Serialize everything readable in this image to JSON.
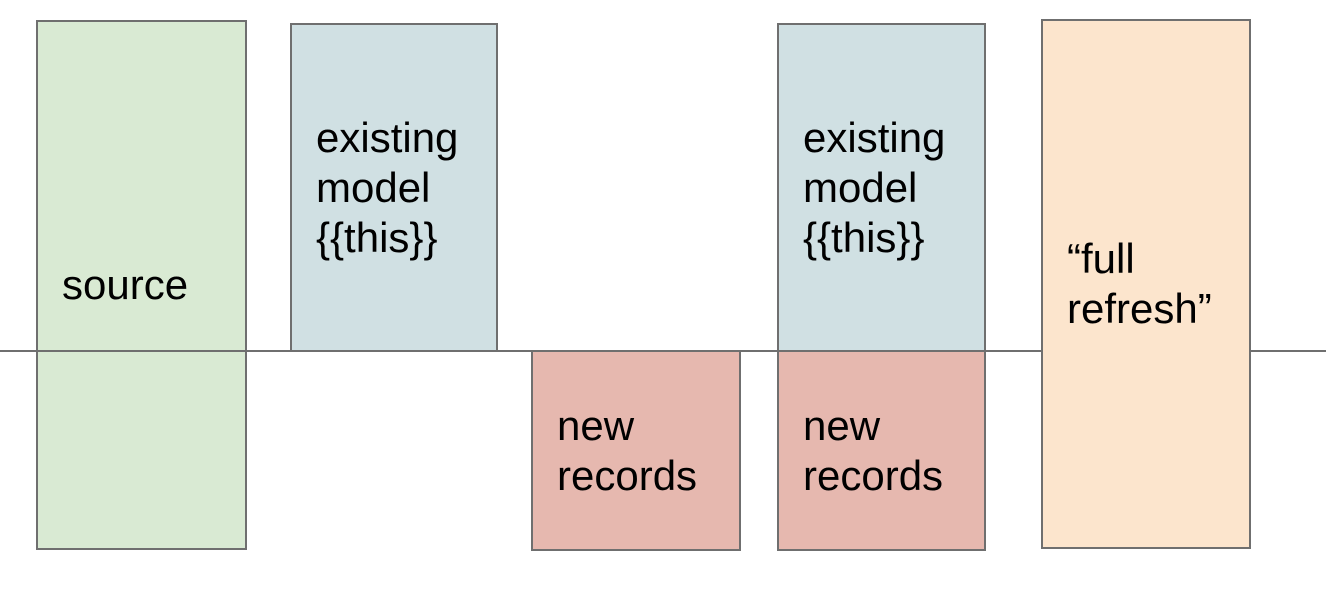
{
  "diagram": {
    "background": "#ffffff",
    "border_color": "#6f6f6f",
    "text_color": "#000000",
    "timeline_color": "#6f6f6f",
    "boxes": {
      "source": {
        "label": "source",
        "fill": "#d9ead3"
      },
      "existing_model_1": {
        "label": "existing model {{this}}",
        "fill": "#d0e0e3"
      },
      "new_records_1": {
        "label": "new records",
        "fill": "#e6b8af"
      },
      "existing_model_2": {
        "label": "existing model {{this}}",
        "fill": "#d0e0e3"
      },
      "new_records_2": {
        "label": "new records",
        "fill": "#e6b8af"
      },
      "full_refresh": {
        "label": "“full refresh”",
        "fill": "#fce5cd"
      }
    }
  }
}
